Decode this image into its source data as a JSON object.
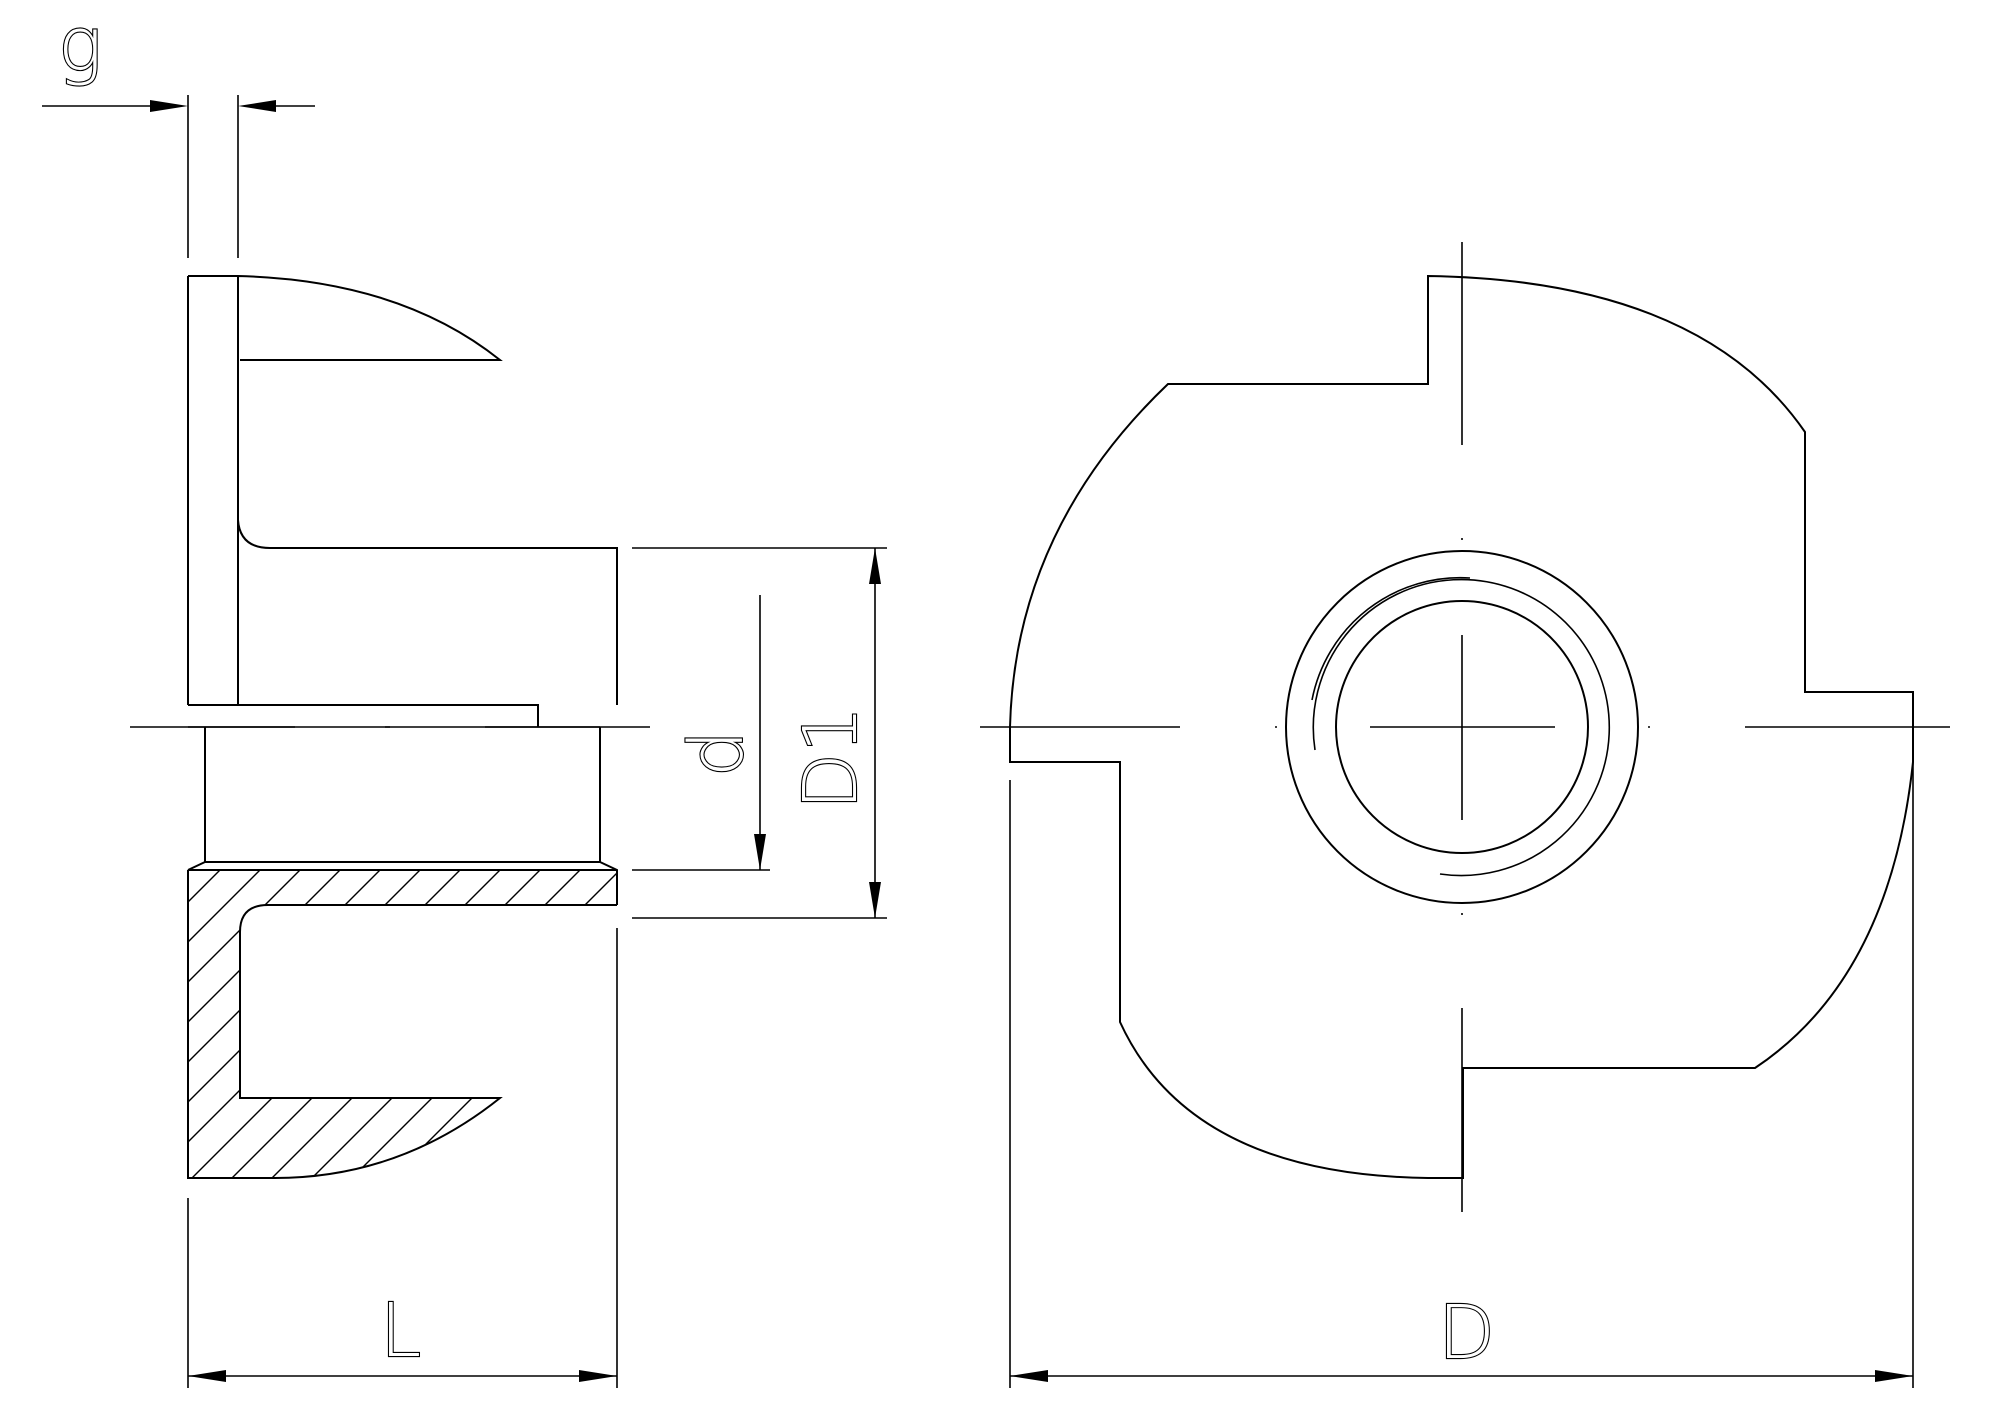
{
  "drawing": {
    "labels": {
      "g": "g",
      "d": "d",
      "D1": "D1",
      "L": "L",
      "D": "D"
    }
  }
}
